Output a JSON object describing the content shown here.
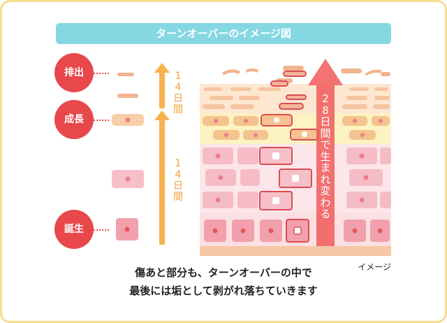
{
  "title": "ターンオーバーのイメージ図",
  "stages": {
    "discharge": "排出",
    "growth": "成長",
    "birth": "誕生"
  },
  "duration_upper": [
    "1",
    "4",
    "日",
    "間"
  ],
  "duration_lower": [
    "1",
    "4",
    "日",
    "間"
  ],
  "arrow_text": [
    "2",
    "8",
    "日",
    "間",
    "で",
    "生",
    "ま",
    "れ",
    "変",
    "わ",
    "る"
  ],
  "image_label": "イメージ",
  "caption": {
    "line1": "傷あと部分も、ターンオーバーの中で",
    "line2": "最後には垢として剥がれ落ちていきます"
  },
  "colors": {
    "frame": "#f7dc8e",
    "title_bg": "#85d7e2",
    "circle": "#e8474b",
    "orange_arrow": "#f7b24e",
    "red_arrow": "#ee5a5a",
    "highlight_border": "#d94e55"
  }
}
